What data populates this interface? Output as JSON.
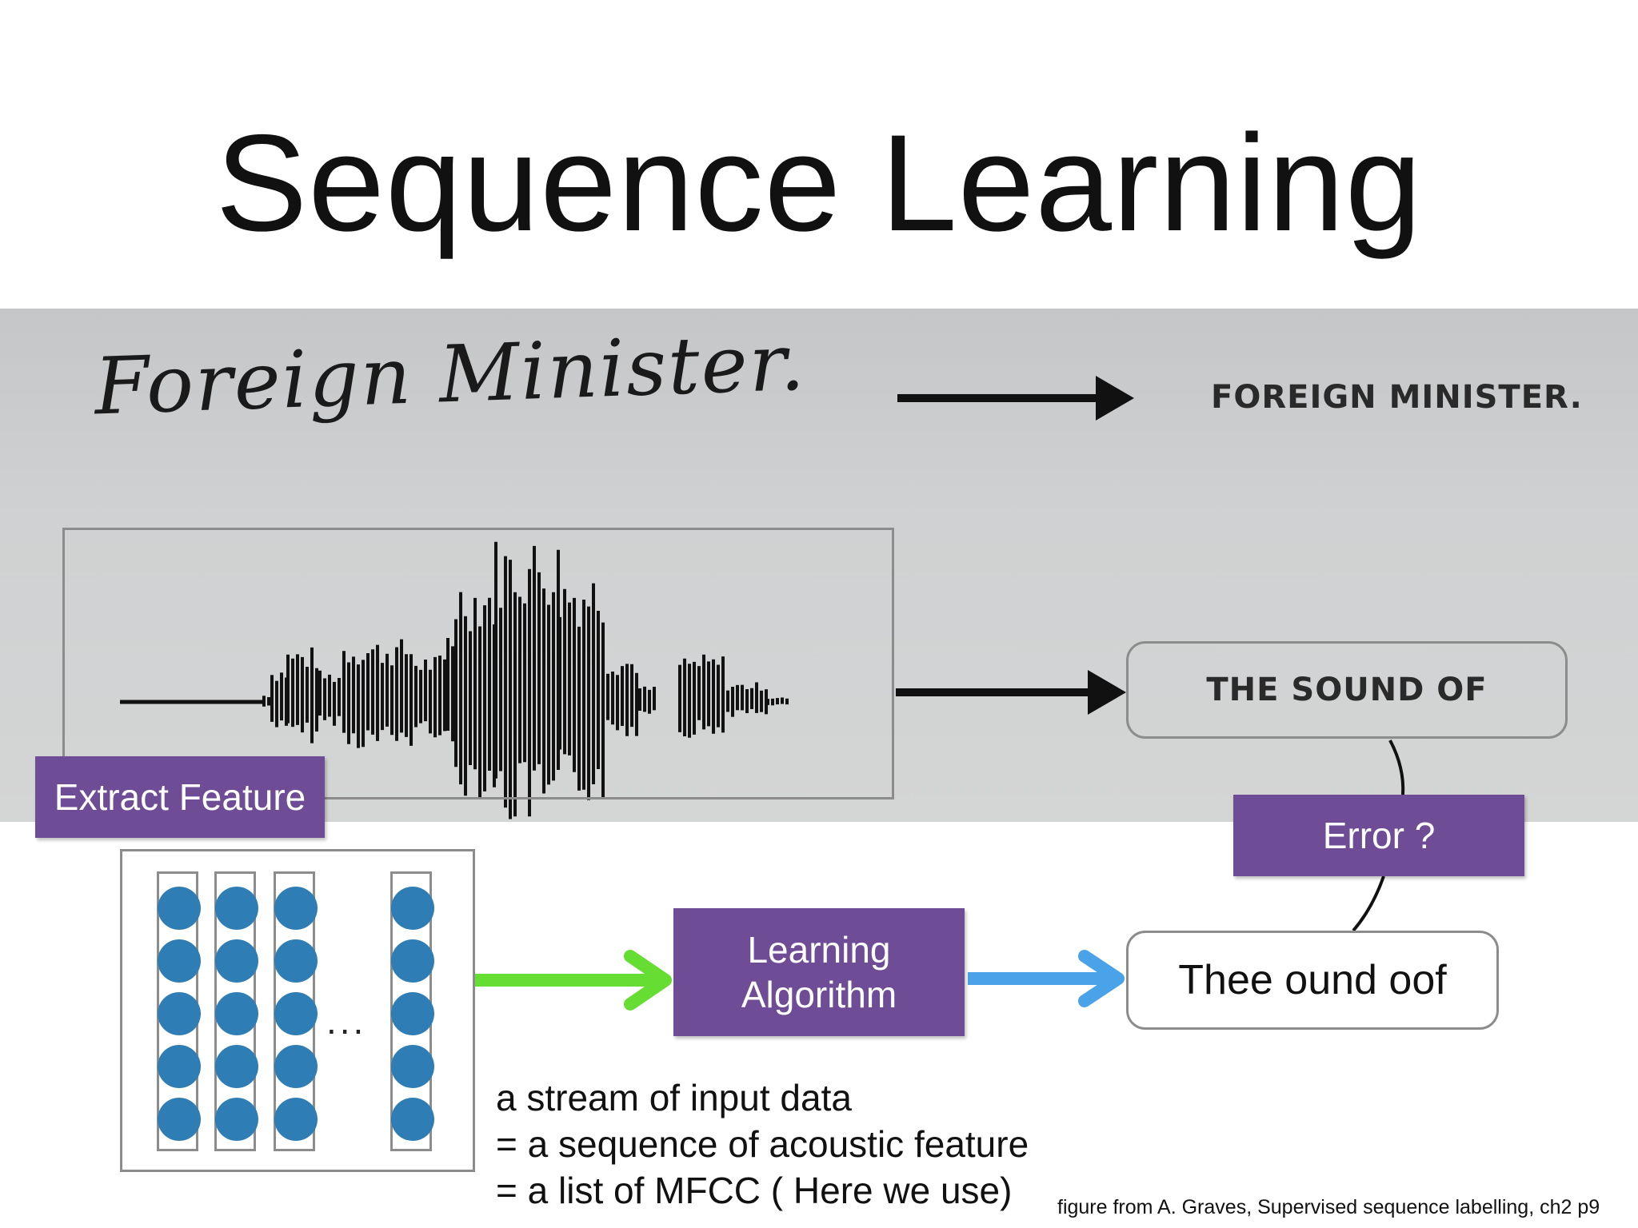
{
  "slide": {
    "title": "Sequence Learning"
  },
  "photo": {
    "handwriting_text": "Foreign Minister.",
    "printed_text_1": "FOREIGN MINISTER.",
    "printed_text_2": "THE SOUND OF"
  },
  "diagram": {
    "extract_label": "Extract Feature",
    "error_label": "Error ?",
    "algorithm_label_line1": "Learning",
    "algorithm_label_line2": "Algorithm",
    "output_text": "Thee ound oof",
    "ellipsis": "...",
    "description": [
      "a stream of input data",
      "= a sequence of acoustic feature",
      "= a list of MFCC ( Here we use)"
    ],
    "credit": "figure from A. Graves,  Supervised sequence labelling, ch2 p9"
  },
  "colors": {
    "purple_box": "#6f4c96",
    "feature_dot": "#2e7db5",
    "green_arrow": "#66dd33",
    "blue_arrow": "#4aa3e8"
  }
}
